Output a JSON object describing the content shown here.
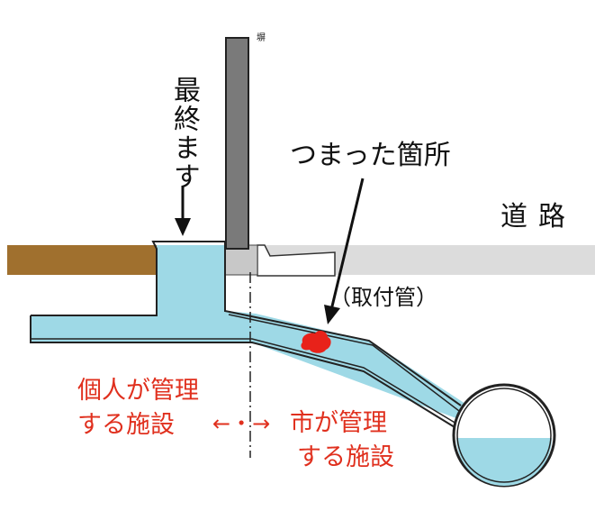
{
  "labels": {
    "wall": "塀",
    "final_masu": "最終ます",
    "clog_location": "つまった箇所",
    "road": "道路",
    "connection_pipe": "（取付管）",
    "private_line1": "個人が管理",
    "private_line2": "する施設",
    "boundary_arrows": "←・→",
    "city_line1": "市が管理",
    "city_line2": "する施設"
  },
  "colors": {
    "ground": "#a0702e",
    "road": "#dcdcdc",
    "water": "#9ed9e6",
    "wall": "#7a7a7a",
    "clog": "#e8221a",
    "red_text": "#e0301e"
  },
  "icons": [
    "down-arrow-icon",
    "pointer-arrow-icon",
    "clog-blob-icon"
  ]
}
